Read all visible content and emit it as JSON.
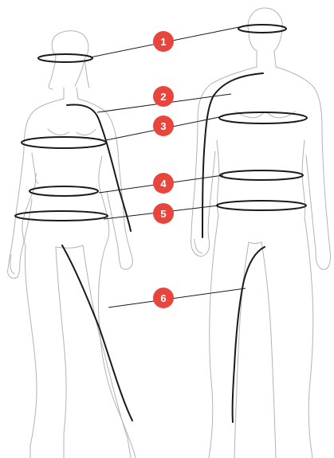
{
  "colors": {
    "background": "#ffffff",
    "silhouette_outline": "#b3b3b3",
    "measure_line": "#1a1a1a",
    "badge_fill": "#e8453c",
    "badge_text": "#ffffff"
  },
  "figures": [
    {
      "name": "female-figure"
    },
    {
      "name": "male-figure"
    }
  ],
  "markers": [
    {
      "label": "1",
      "icon": "head-circumference"
    },
    {
      "label": "2",
      "icon": "sleeve-length"
    },
    {
      "label": "3",
      "icon": "chest"
    },
    {
      "label": "4",
      "icon": "waist"
    },
    {
      "label": "5",
      "icon": "hips"
    },
    {
      "label": "6",
      "icon": "inseam"
    }
  ]
}
